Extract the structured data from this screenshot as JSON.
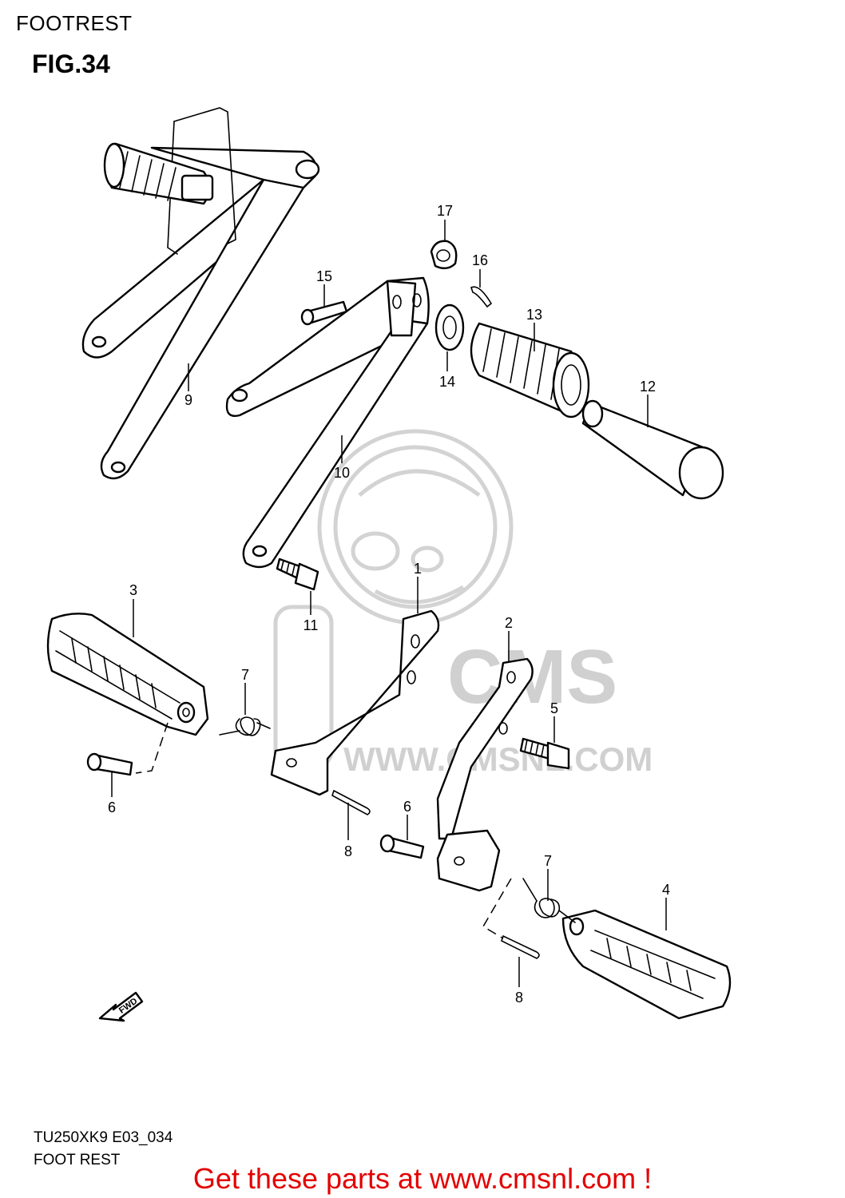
{
  "header": {
    "section": "FOOTREST",
    "figure": "FIG.34"
  },
  "callouts": {
    "c1": "1",
    "c2": "2",
    "c3": "3",
    "c4": "4",
    "c5": "5",
    "c6a": "6",
    "c6b": "6",
    "c7a": "7",
    "c7b": "7",
    "c8a": "8",
    "c8b": "8",
    "c9": "9",
    "c10": "10",
    "c11": "11",
    "c12": "12",
    "c13": "13",
    "c14": "14",
    "c15": "15",
    "c16": "16",
    "c17": "17"
  },
  "fwd_label": "FWD",
  "watermark": {
    "text": "WWW.CMSNL.COM",
    "logo": "CMS"
  },
  "footer": {
    "code": "TU250XK9 E03_034",
    "name": "FOOT REST"
  },
  "cta": "Get these parts at www.cmsnl.com !",
  "colors": {
    "cta": "#e30000",
    "watermark": "#d0d0d0",
    "line": "#000000"
  }
}
